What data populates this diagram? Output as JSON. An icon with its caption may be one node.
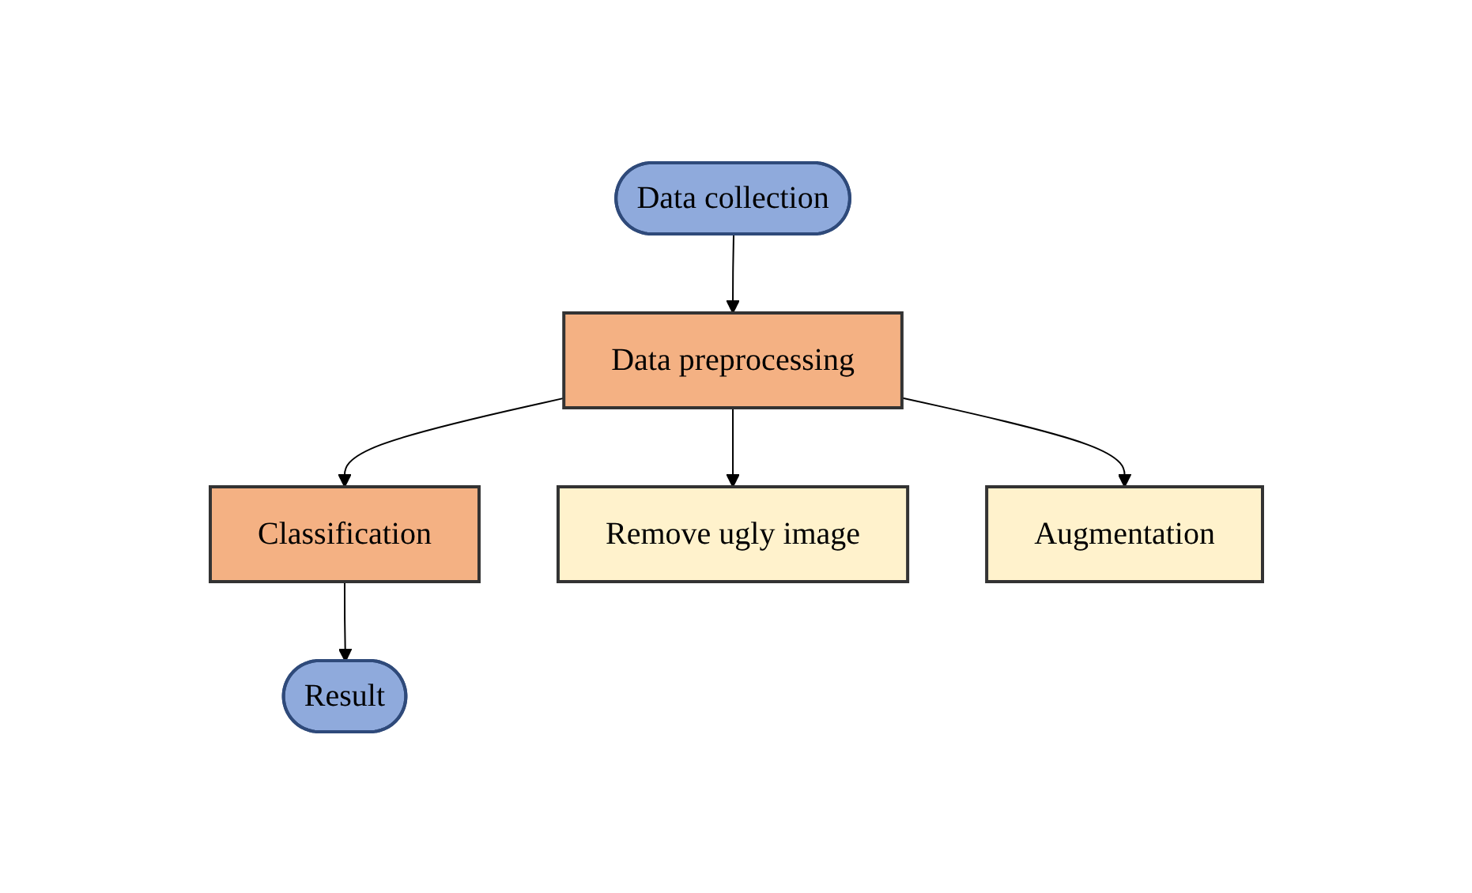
{
  "diagram": {
    "nodes": [
      {
        "text": [
          "Data collection"
        ]
      },
      {
        "text": [
          "Data preprocessing"
        ]
      },
      {
        "text": [
          "Classification"
        ]
      },
      {
        "text": [
          "Result"
        ]
      },
      {
        "text": [
          "Remove ugly image"
        ]
      },
      {
        "text": [
          "Augmentation"
        ]
      }
    ],
    "edges": [
      {
        "from": 0,
        "to": 1,
        "arrow": "to"
      },
      {
        "from": 1,
        "to": 2,
        "arrow": "to"
      },
      {
        "from": 2,
        "to": 3,
        "arrow": "to"
      },
      {
        "from": 1,
        "to": 4,
        "arrow": "to"
      },
      {
        "from": 1,
        "to": 5,
        "arrow": "to"
      }
    ]
  }
}
